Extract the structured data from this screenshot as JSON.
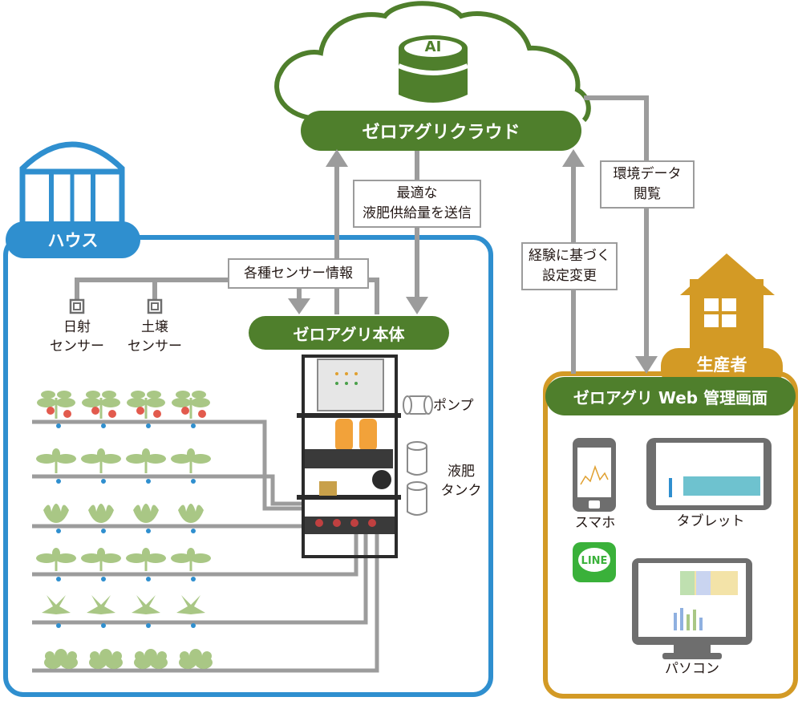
{
  "cloud": {
    "label": "ゼロアグリクラウド",
    "ai_label": "AI"
  },
  "house": {
    "label": "ハウス"
  },
  "producer": {
    "label": "生産者",
    "panel_title": "ゼロアグリ Web 管理画面"
  },
  "unit": {
    "label": "ゼロアグリ本体"
  },
  "flows": {
    "optimal_line1": "最適な",
    "optimal_line2": "液肥供給量を送信",
    "sensor_info": "各種センサー情報",
    "env_line1": "環境データ",
    "env_line2": "閲覧",
    "exp_line1": "経験に基づく",
    "exp_line2": "設定変更"
  },
  "sensors": [
    {
      "line1": "日射",
      "line2": "センサー"
    },
    {
      "line1": "土壌",
      "line2": "センサー"
    }
  ],
  "equipment": {
    "pump": "ポンプ",
    "tank_line1": "液肥",
    "tank_line2": "タンク"
  },
  "devices": {
    "smartphone": "スマホ",
    "tablet": "タブレット",
    "pc": "パソコン",
    "line_app": "LINE"
  },
  "colors": {
    "green": "#4f7f2c",
    "blue": "#2f8fcf",
    "gold": "#d39a25",
    "gray": "#9c9c9c",
    "leaf": "#a9c785",
    "flower": "#e25a4d",
    "drip": "#2f8fcf"
  }
}
